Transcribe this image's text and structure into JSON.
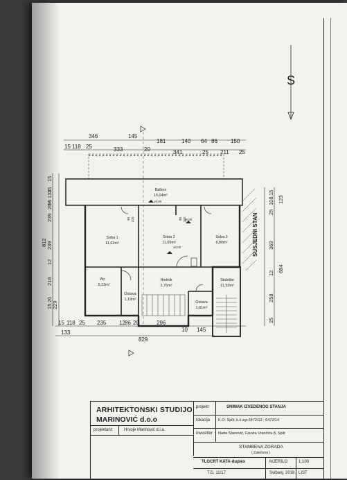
{
  "north_label": "S",
  "dims_top": {
    "row1": [
      "346",
      "145",
      "181",
      "140",
      "64",
      "86",
      "150"
    ],
    "row2": [
      "15",
      "118",
      "25",
      "333",
      "20",
      "341",
      "25",
      "211",
      "25"
    ]
  },
  "dims_bottom": {
    "row1": [
      "15",
      "118",
      "25",
      "235",
      "12",
      "86",
      "20",
      "296",
      "10",
      "145"
    ],
    "row2": [
      "133",
      "829"
    ]
  },
  "dims_left": [
    "15",
    "133",
    "239",
    "20",
    "96",
    "15",
    "812",
    "12",
    "239",
    "218",
    "20",
    "15",
    "229"
  ],
  "dims_right": [
    "15",
    "108",
    "25",
    "123",
    "369",
    "684",
    "12",
    "258",
    "25"
  ],
  "rooms": [
    {
      "name": "Balkon",
      "area": "15,04m²"
    },
    {
      "name": "Soba 1",
      "area": "11,62m²"
    },
    {
      "name": "Soba 2",
      "area": "11,69m²"
    },
    {
      "name": "Soba 3",
      "area": "6,80m²"
    },
    {
      "name": "Wc",
      "area": "5,12m²"
    },
    {
      "name": "Ostava",
      "area": "1,19m²"
    },
    {
      "name": "Hodnik",
      "area": "2,76m²"
    },
    {
      "name": "Ostava",
      "area": "1,61m²"
    },
    {
      "name": "Stubište",
      "area": "11,53m²"
    }
  ],
  "level_marks": [
    "±0,00",
    "±0,00",
    "±0,00"
  ],
  "opening_labels": [
    "90",
    "225",
    "80",
    "225"
  ],
  "neighbor_label": "SUSJEDNI STAN",
  "title_block": {
    "studio_line1": "ARHITEKTONSKI STUDIJO",
    "studio_line2": "MARINOVIĆ d.o.o",
    "projektant_label": "projektant:",
    "projektant_value": "Hrvoje Marinović d.i.a.",
    "projekt_label": "projekt",
    "projekt_value": "SNIMAK IZVEDENOG STANJA",
    "lokacija_label": "lokacija",
    "lokacija_value": "K.O. Split, k.č.zgr.6472/13 ; 6472/14",
    "investitor_label": "investitor",
    "investitor_value": "Nada Stanović, Fausta Vrančića 8, Split",
    "building": "STAMBENA ZGRADA",
    "building_note": "( Zatečena )",
    "drawing": "TLOCRT KATA-duplex",
    "mjerilo_label": "MJERILO",
    "mjerilo_value": "1:100",
    "td": "T.D. 11/17",
    "date": "Svibanj, 2018.",
    "list_label": "LIST"
  }
}
